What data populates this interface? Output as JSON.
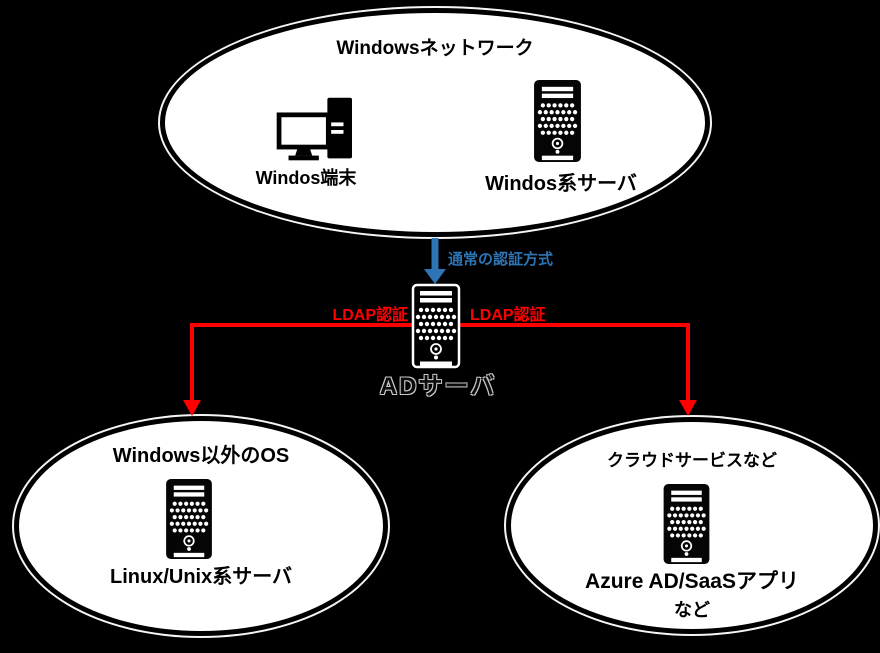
{
  "diagram": {
    "background_color": "#000000",
    "accent_blue": "#2E75B6",
    "accent_red": "#FF0000",
    "top_group": {
      "title": "Windowsネットワーク",
      "client": {
        "icon": "desktop-pc-icon",
        "label": "Windos端末"
      },
      "server": {
        "icon": "server-tower-icon",
        "label": "Windos系サーバ"
      }
    },
    "center": {
      "normal_auth_label": "通常の認証方式",
      "ldap_left_label": "LDAP認証",
      "ldap_right_label": "LDAP認証",
      "ad_server": {
        "icon": "server-tower-icon",
        "label": "ADサーバ"
      }
    },
    "bottom_left_group": {
      "title": "Windows以外のOS",
      "server": {
        "icon": "server-tower-icon",
        "label": "Linux/Unix系サーバ"
      }
    },
    "bottom_right_group": {
      "title": "クラウドサービスなど",
      "server": {
        "icon": "server-tower-icon",
        "label": "Azure AD/SaaSアプリ",
        "label2": "など"
      }
    }
  }
}
